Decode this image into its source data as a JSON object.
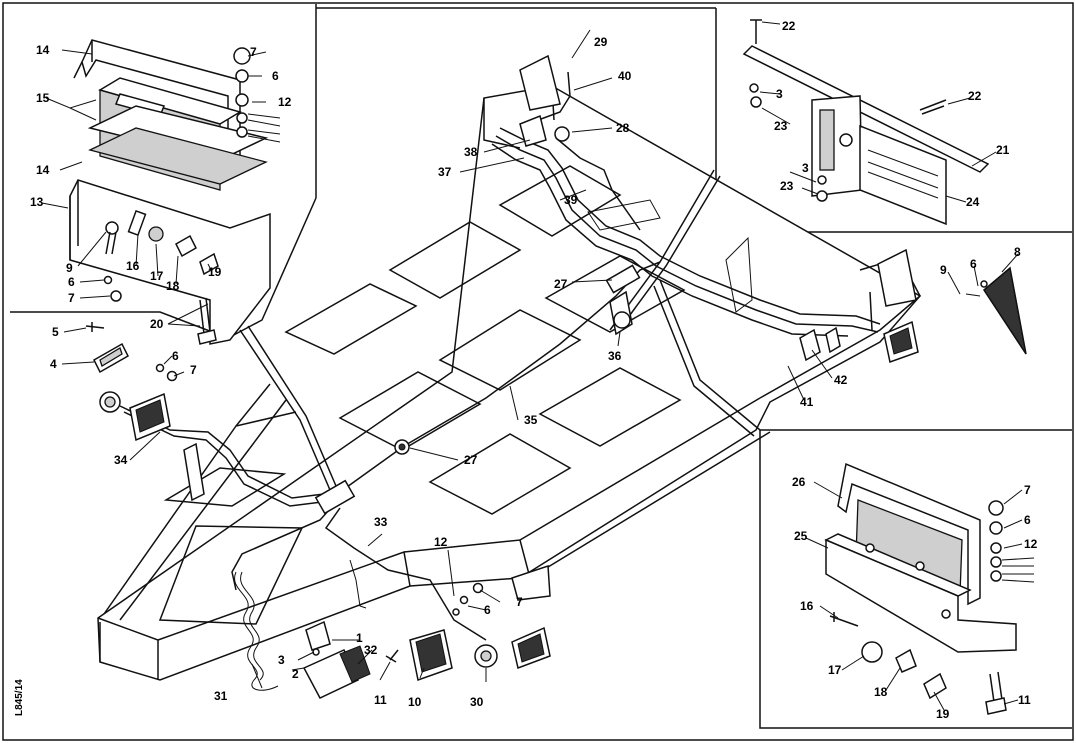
{
  "diagram": {
    "reference_code": "L845/14",
    "callouts": [
      "1",
      "2",
      "3",
      "4",
      "5",
      "6",
      "7",
      "8",
      "9",
      "10",
      "11",
      "12",
      "13",
      "14",
      "15",
      "16",
      "17",
      "18",
      "19",
      "20",
      "21",
      "22",
      "23",
      "24",
      "25",
      "26",
      "27",
      "28",
      "29",
      "30",
      "31",
      "32",
      "33",
      "34",
      "35",
      "36",
      "37",
      "38",
      "39",
      "40",
      "41",
      "42"
    ]
  }
}
